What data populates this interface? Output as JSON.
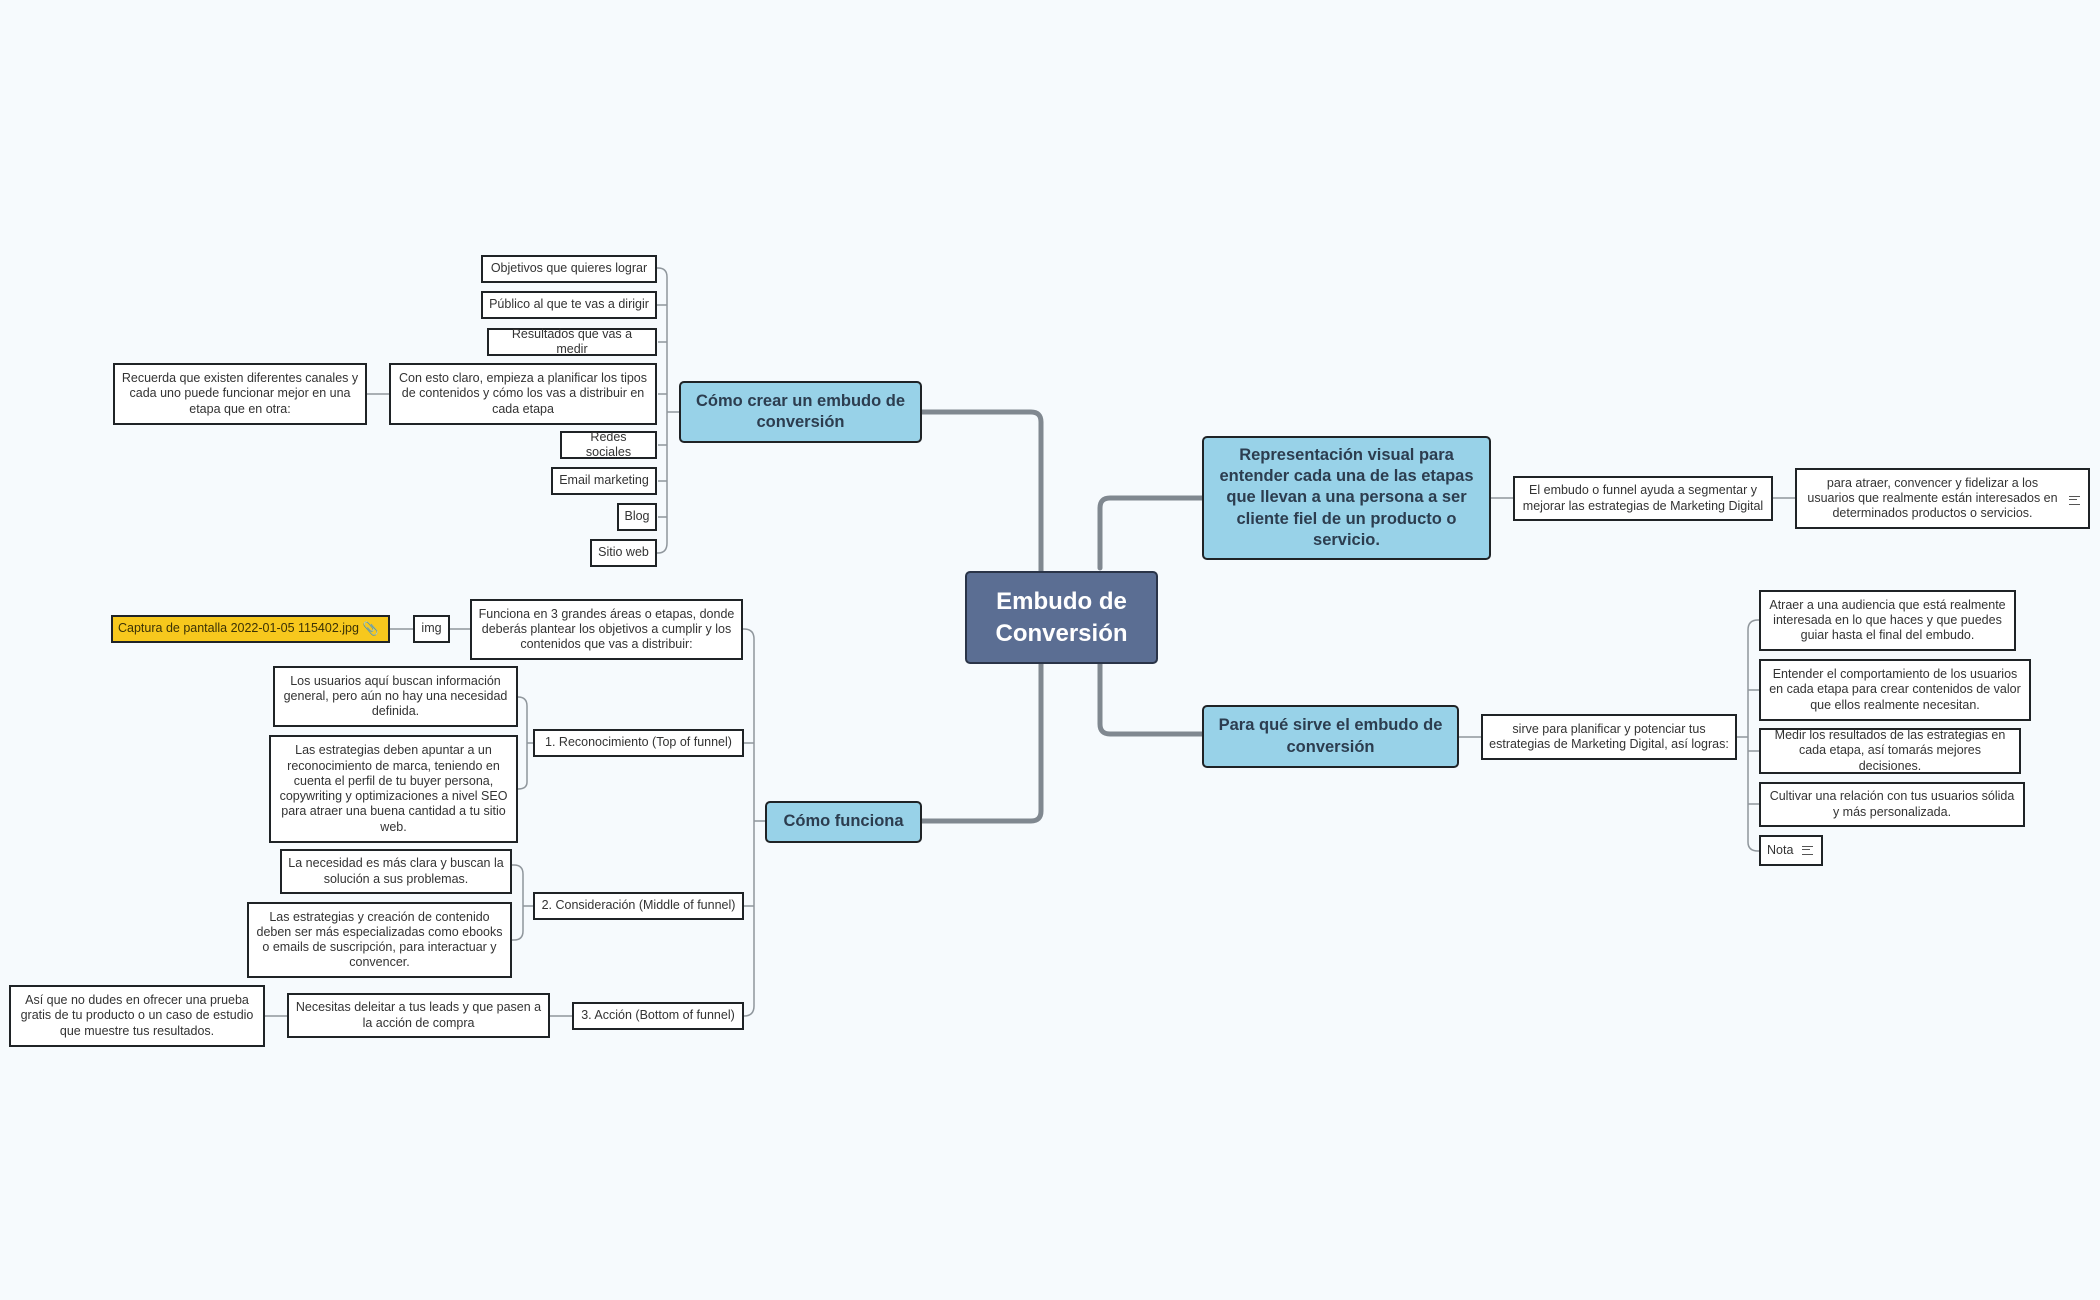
{
  "root": {
    "title": "Embudo de Conversión"
  },
  "branches": {
    "crear": {
      "label": "Cómo crear un embudo de conversión",
      "items": [
        "Objetivos que quieres lograr",
        "Público al que te vas a dirigir",
        "Resultados que vas a medir",
        "Con esto claro, empieza a planificar los tipos de contenidos y cómo los vas a distribuir en cada etapa",
        "Redes sociales",
        "Email marketing",
        "Blog",
        "Sitio web"
      ],
      "canales_note": "Recuerda que existen diferentes canales y cada uno puede funcionar mejor en una etapa que en otra:"
    },
    "funciona": {
      "label": "Cómo funciona",
      "intro": "Funciona en 3 grandes áreas o etapas, donde deberás plantear los objetivos a cumplir y los contenidos que vas a distribuir:",
      "img_label": "img",
      "attachment": "Captura de pantalla 2022-01-05 115402.jpg",
      "stages": [
        {
          "label": "1. Reconocimiento (Top of funnel)",
          "children": [
            "Los usuarios aquí buscan información general, pero aún no hay una necesidad definida.",
            "Las estrategias deben apuntar a un reconocimiento de marca, teniendo en cuenta el perfil de tu buyer persona, copywriting y optimizaciones a nivel SEO para atraer una buena cantidad a tu sitio web."
          ]
        },
        {
          "label": "2. Consideración (Middle of funnel)",
          "children": [
            "La necesidad es más clara y buscan la solución a sus problemas.",
            "Las estrategias y creación de contenido deben ser más especializadas como ebooks o emails de suscripción, para interactuar y convencer."
          ]
        },
        {
          "label": "3. Acción (Bottom of funnel)",
          "children": [
            "Necesitas deleitar a tus leads y que pasen a la acción de compra"
          ],
          "grandchild": "Así que no dudes en ofrecer una prueba gratis de tu producto o un caso de estudio que muestre tus resultados."
        }
      ]
    },
    "representacion": {
      "label": "Representación visual para entender cada una de las etapas que llevan a una persona a ser cliente fiel de un producto o servicio.",
      "child": "El embudo o funnel ayuda a segmentar y mejorar las estrategias de Marketing Digital",
      "grandchild": "para atraer, convencer y fidelizar a los usuarios que realmente están interesados en determinados productos o servicios."
    },
    "sirve": {
      "label": "Para qué sirve el embudo de conversión",
      "child": "sirve para planificar y potenciar tus estrategias de Marketing Digital, así logras:",
      "items": [
        "Atraer a una audiencia que está realmente interesada en lo que haces y que puedes guiar hasta el final del embudo.",
        "Entender el comportamiento de los usuarios en cada etapa para crear contenidos de valor que ellos realmente necesitan.",
        "Medir los resultados de las estrategias en cada etapa, así tomarás mejores decisiones.",
        "Cultivar una relación con tus usuarios sólida y más personalizada.",
        "Nota"
      ]
    }
  },
  "colors": {
    "background": "#f6fafd",
    "root_fill": "#5b6e93",
    "main_fill": "#98d2e8",
    "attachment_fill": "#f7c81d",
    "trunk_line": "#808890",
    "branch_line": "#8f969c"
  }
}
